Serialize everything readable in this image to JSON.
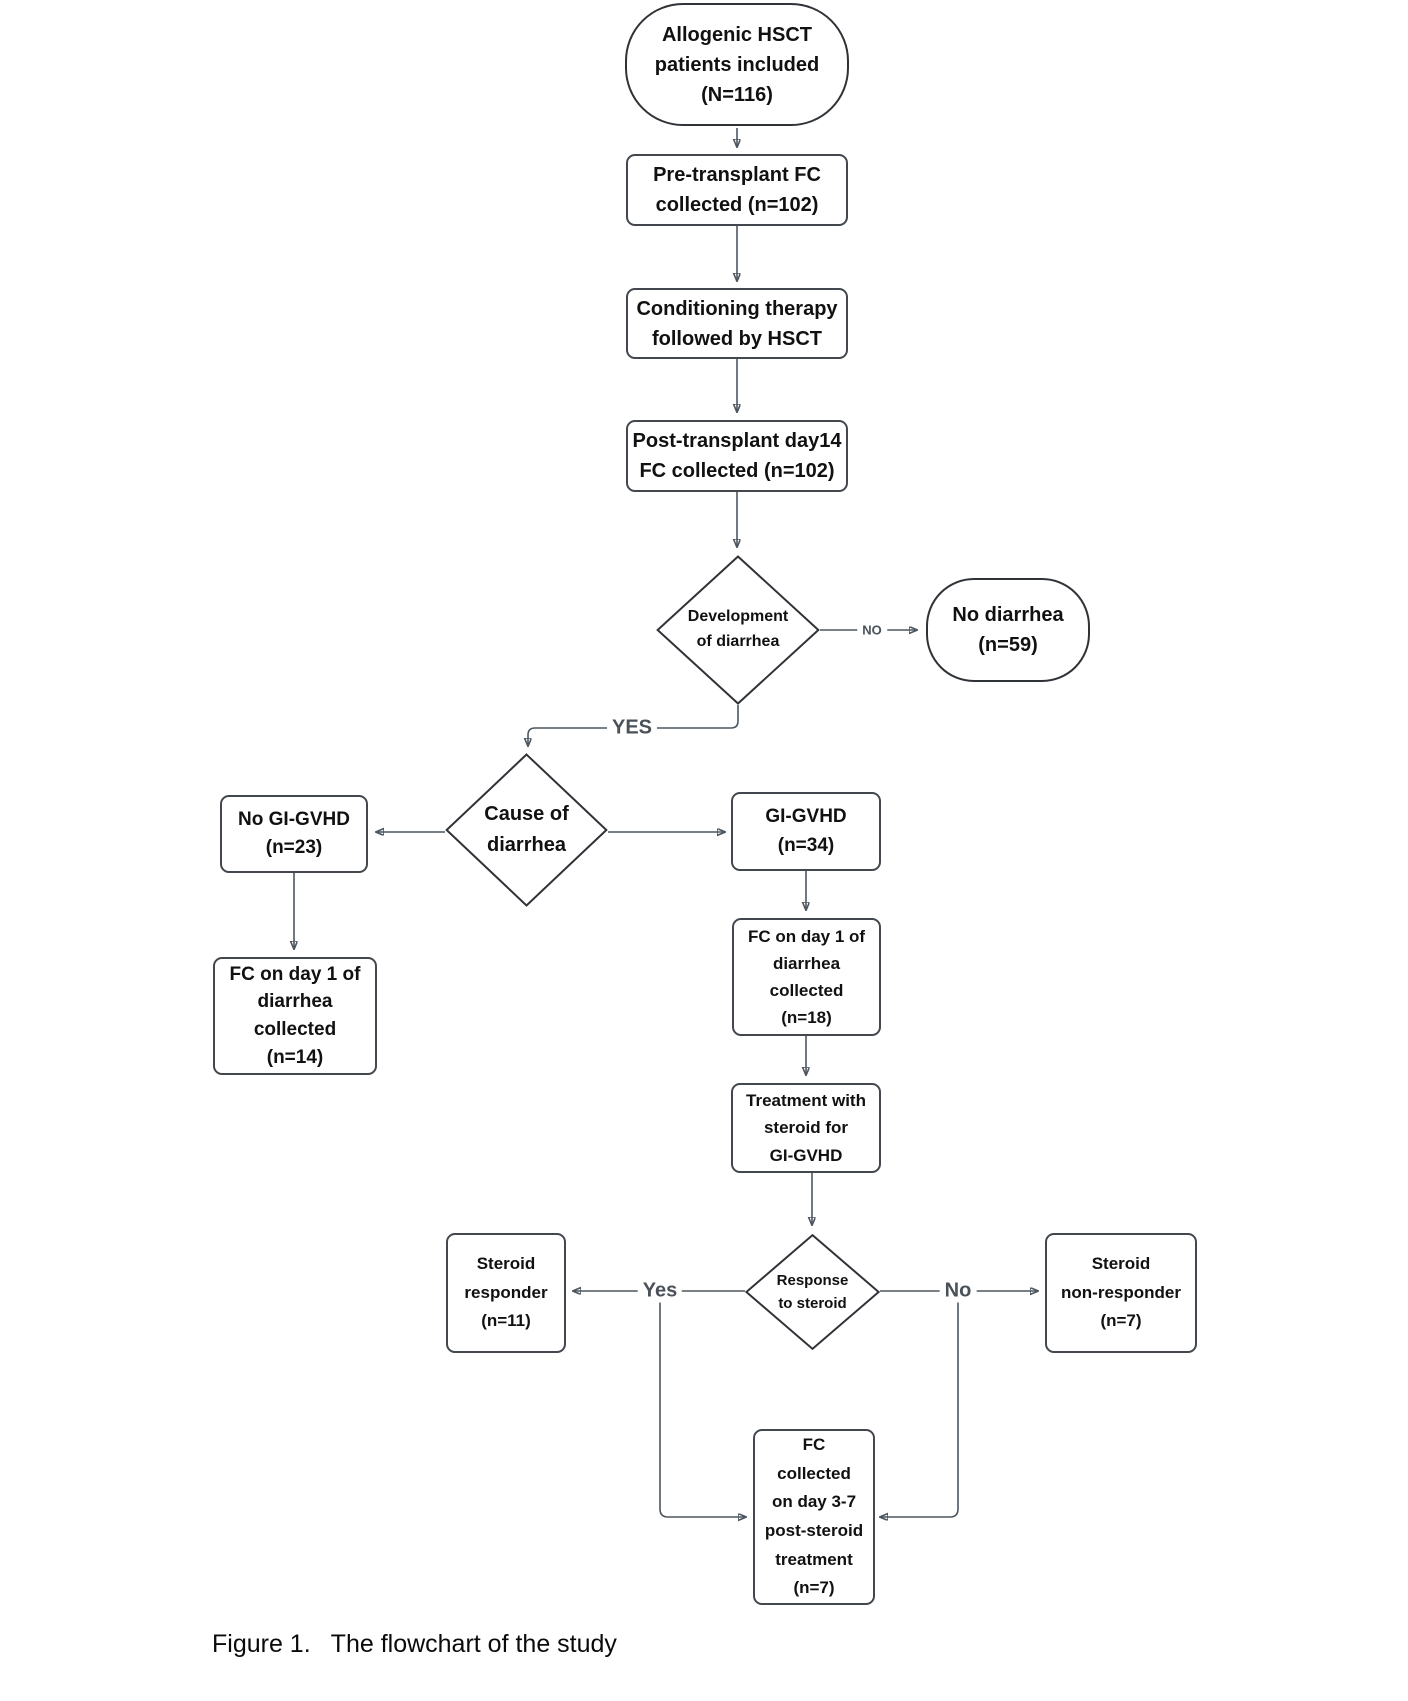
{
  "caption": {
    "figure_label": "Figure 1.",
    "text": "The flowchart of the study"
  },
  "edge_labels": {
    "no_upper": "NO",
    "yes_upper": "YES",
    "yes_lower": "Yes",
    "no_lower": "No"
  },
  "colors": {
    "background": "#ffffff",
    "node_fill": "#ffffff",
    "node_border": "#43484e",
    "diamond_border": "#2f3338",
    "connector_line": "#4d565f",
    "arrowhead": "#3c434b",
    "node_text": "#111111",
    "edge_label_text": "#4a5158"
  },
  "nodes": {
    "allogenic": {
      "lines": [
        "Allogenic HSCT",
        "patients included",
        "(N=116)"
      ]
    },
    "pre_transplant": {
      "lines": [
        "Pre-transplant FC",
        "collected (n=102)"
      ]
    },
    "conditioning": {
      "lines": [
        "Conditioning therapy",
        "followed by HSCT"
      ]
    },
    "post_transplant": {
      "lines": [
        "Post-transplant day14",
        "FC collected (n=102)"
      ]
    },
    "development": {
      "lines": [
        "Development",
        "of diarrhea"
      ]
    },
    "no_diarrhea": {
      "lines": [
        "No diarrhea",
        "(n=59)"
      ]
    },
    "cause": {
      "lines": [
        "Cause of",
        "diarrhea"
      ]
    },
    "no_gvhd": {
      "lines": [
        "No GI-GVHD",
        "(n=23)"
      ]
    },
    "gvhd": {
      "lines": [
        "GI-GVHD",
        "(n=34)"
      ]
    },
    "fc_day1_no_gvhd": {
      "lines": [
        "FC on day 1 of",
        "diarrhea",
        "collected",
        "(n=14)"
      ]
    },
    "fc_day1_gvhd": {
      "lines": [
        "FC on day 1 of",
        "diarrhea",
        "collected",
        "(n=18)"
      ]
    },
    "treatment": {
      "lines": [
        "Treatment with",
        "steroid for",
        "GI-GVHD"
      ]
    },
    "response": {
      "lines": [
        "Response",
        "to steroid"
      ]
    },
    "responder": {
      "lines": [
        "Steroid",
        "responder",
        "(n=11)"
      ]
    },
    "non_responder": {
      "lines": [
        "Steroid",
        "non-responder",
        "(n=7)"
      ]
    },
    "fc_final": {
      "lines": [
        "FC",
        "collected",
        "on day 3-7",
        "post-steroid",
        "treatment",
        "(n=7)"
      ]
    }
  }
}
